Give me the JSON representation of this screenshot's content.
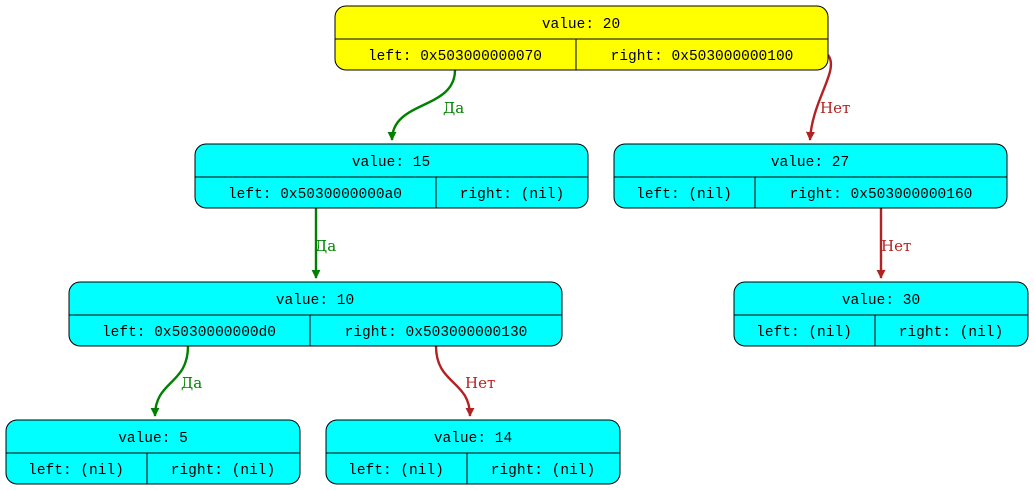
{
  "colors": {
    "root_fill": "#ffff00",
    "node_fill": "#00ffff",
    "stroke": "#000000",
    "yes_edge": "#008000",
    "no_edge": "#b22222"
  },
  "nodes": {
    "n20": {
      "value": "value: 20",
      "left": "left: 0x503000000070",
      "right": "right: 0x503000000100"
    },
    "n15": {
      "value": "value: 15",
      "left": "left: 0x5030000000a0",
      "right": "right: (nil)"
    },
    "n27": {
      "value": "value: 27",
      "left": "left: (nil)",
      "right": "right: 0x503000000160"
    },
    "n10": {
      "value": "value: 10",
      "left": "left: 0x5030000000d0",
      "right": "right: 0x503000000130"
    },
    "n30": {
      "value": "value: 30",
      "left": "left: (nil)",
      "right": "right: (nil)"
    },
    "n5": {
      "value": "value: 5",
      "left": "left: (nil)",
      "right": "right: (nil)"
    },
    "n14": {
      "value": "value: 14",
      "left": "left: (nil)",
      "right": "right: (nil)"
    }
  },
  "edges": {
    "e20_15": {
      "label": "Да"
    },
    "e20_27": {
      "label": "Нет"
    },
    "e15_10": {
      "label": "Да"
    },
    "e27_30": {
      "label": "Нет"
    },
    "e10_5": {
      "label": "Да"
    },
    "e10_14": {
      "label": "Нет"
    }
  }
}
